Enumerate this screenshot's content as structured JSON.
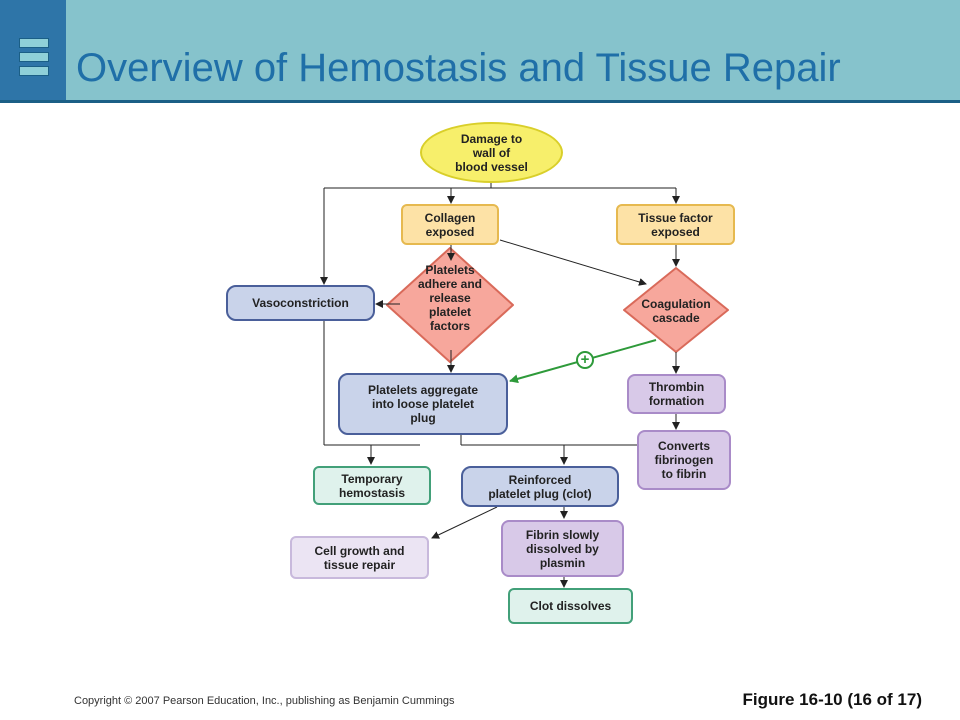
{
  "slide": {
    "title": "Overview of Hemostasis and Tissue Repair",
    "copyright": "Copyright © 2007 Pearson Education, Inc., publishing as Benjamin Cummings",
    "figure_label": "Figure 16-10 (16 of 17)"
  },
  "diagram": {
    "damage": "Damage to\nwall of\nblood vessel",
    "collagen": "Collagen\nexposed",
    "tissue_factor": "Tissue factor\nexposed",
    "platelets_adhere": "Platelets\nadhere and\nrelease\nplatelet\nfactors",
    "coagulation": "Coagulation\ncascade",
    "vasoconstriction": "Vasoconstriction",
    "platelets_aggregate": "Platelets aggregate\ninto loose platelet\nplug",
    "thrombin": "Thrombin\nformation",
    "converts": "Converts\nfibrinogen\nto fibrin",
    "temporary": "Temporary\nhemostasis",
    "reinforced": "Reinforced\nplatelet plug (clot)",
    "cell_growth": "Cell growth and\ntissue repair",
    "fibrin_dissolved": "Fibrin slowly\ndissolved by\nplasmin",
    "clot_dissolves": "Clot dissolves",
    "plus_sign": "+"
  }
}
